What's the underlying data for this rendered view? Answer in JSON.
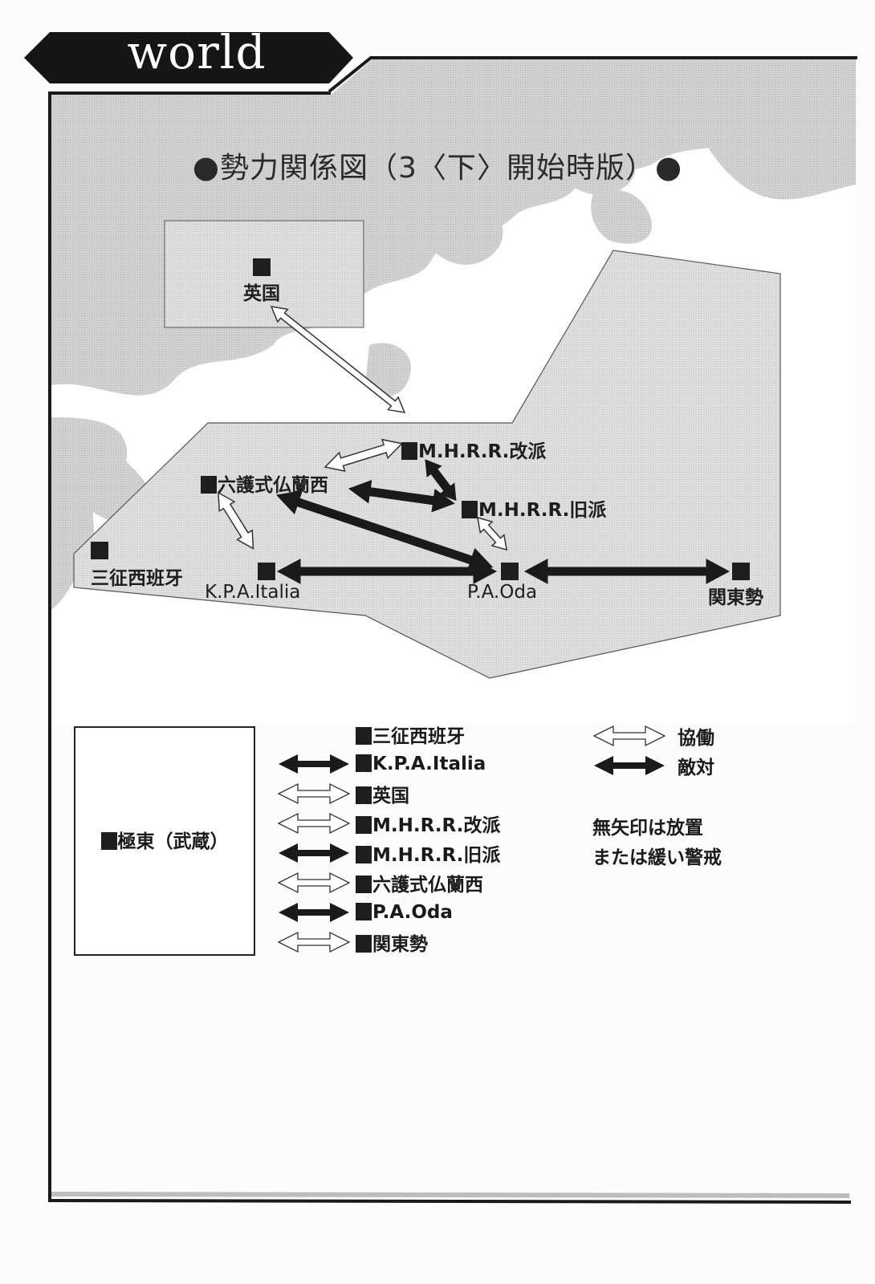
{
  "header": {
    "section_label": "world"
  },
  "diagram": {
    "title": "勢力関係図（3〈下〉開始時版）",
    "title_bullet": "●",
    "nodes": {
      "england": "英国",
      "mhrr_reform": "M.H.R.R.改派",
      "mhrr_old": "M.H.R.R.旧派",
      "rokugo_france": "六護式仏蘭西",
      "sansei_spain": "三征西班牙",
      "kpa_italia": "K.P.A.Italia",
      "pa_oda": "P.A.Oda",
      "kanto": "関東勢"
    },
    "relations": [
      {
        "from": "england",
        "to": "mhrr_reform",
        "type": "cooperation"
      },
      {
        "from": "mhrr_reform",
        "to": "rokugo_france",
        "type": "cooperation"
      },
      {
        "from": "mhrr_reform",
        "to": "mhrr_old",
        "type": "hostile"
      },
      {
        "from": "rokugo_france",
        "to": "mhrr_old",
        "type": "hostile"
      },
      {
        "from": "rokugo_france",
        "to": "pa_oda",
        "type": "hostile"
      },
      {
        "from": "rokugo_france",
        "to": "kpa_italia",
        "type": "cooperation"
      },
      {
        "from": "mhrr_old",
        "to": "pa_oda",
        "type": "cooperation"
      },
      {
        "from": "kpa_italia",
        "to": "pa_oda",
        "type": "hostile"
      },
      {
        "from": "pa_oda",
        "to": "kanto",
        "type": "hostile"
      }
    ]
  },
  "legend": {
    "far_east_label": "極東（武蔵）",
    "rows": [
      {
        "label": "三征西班牙",
        "arrow": "none"
      },
      {
        "label": "K.P.A.Italia",
        "arrow": "hostile"
      },
      {
        "label": "英国",
        "arrow": "cooperation"
      },
      {
        "label": "M.H.R.R.改派",
        "arrow": "cooperation"
      },
      {
        "label": "M.H.R.R.旧派",
        "arrow": "hostile"
      },
      {
        "label": "六護式仏蘭西",
        "arrow": "cooperation"
      },
      {
        "label": "P.A.Oda",
        "arrow": "hostile"
      },
      {
        "label": "関東勢",
        "arrow": "cooperation"
      }
    ],
    "key": {
      "cooperation": "協働",
      "hostile": "敵対"
    },
    "note_line1": "無矢印は放置",
    "note_line2": "または緩い警戒"
  },
  "colors": {
    "frame": "#1a1a1a",
    "map_gray": "#c9c9c9",
    "region_gray": "#dadada",
    "land_white": "#ffffff"
  }
}
